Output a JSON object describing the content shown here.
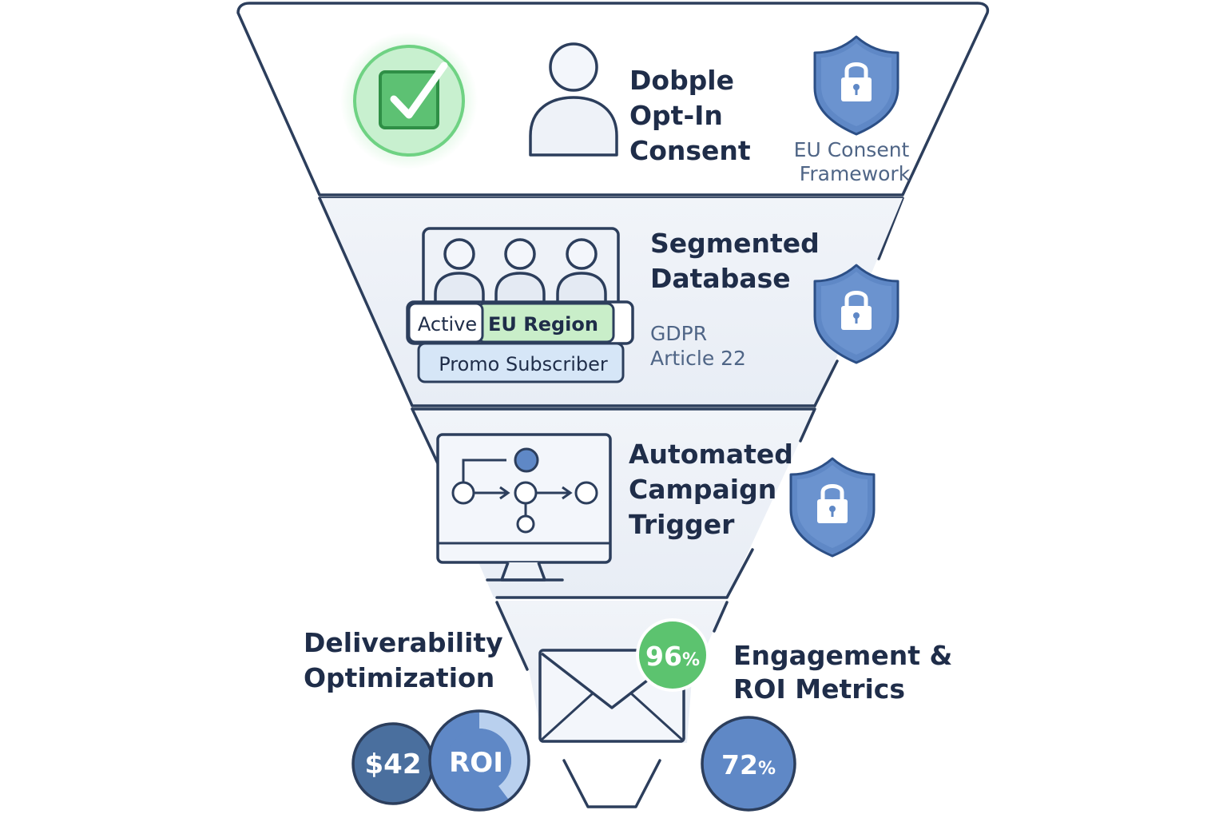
{
  "tiers": {
    "consent": {
      "title_lines": [
        "Dobple",
        "Opt-In",
        "Consent"
      ],
      "note_lines": [
        "EU Consent",
        "Framework"
      ],
      "icons": [
        "checkbox-check-icon",
        "user-icon",
        "lock-shield-icon"
      ]
    },
    "database": {
      "title_lines": [
        "Segmented",
        "Database"
      ],
      "note_lines": [
        "GDPR",
        "Article 22"
      ],
      "tags": {
        "active": "Active",
        "region": "EU Region",
        "promo": "Promo Subscriber"
      },
      "icons": [
        "user-group-icon",
        "lock-shield-icon"
      ]
    },
    "campaign": {
      "title_lines": [
        "Automated",
        "Campaign",
        "Trigger"
      ],
      "icons": [
        "workflow-monitor-icon",
        "lock-shield-icon"
      ]
    },
    "delivery": {
      "left_title_lines": [
        "Deliverability",
        "Optimization"
      ],
      "right_title_lines": [
        "Engagement &",
        "ROI Metrics"
      ],
      "badges": {
        "open_rate": {
          "number": "96",
          "unit": "%"
        },
        "revenue": "$42",
        "roi": "ROI",
        "engagement": {
          "number": "72",
          "unit": "%"
        }
      },
      "icons": [
        "envelope-icon"
      ]
    }
  },
  "colors": {
    "ink": "#1f2d49",
    "panel": "#eef2f8",
    "accent_blue": "#5e86c3",
    "accent_green": "#52c46a",
    "note": "#4f6586"
  }
}
